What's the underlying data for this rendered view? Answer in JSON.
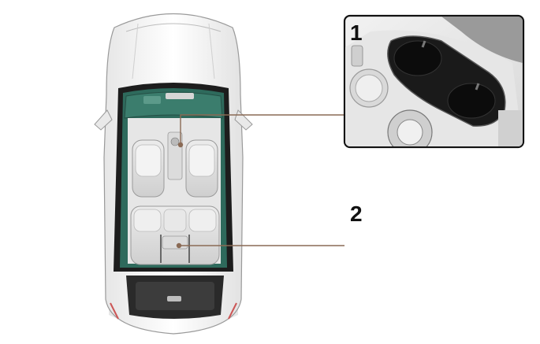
{
  "callouts": [
    {
      "number": "1",
      "subject": "front-cup-holder"
    },
    {
      "number": "2",
      "subject": "rear-armrest-cup-holder"
    }
  ],
  "colors": {
    "leader_line": "#8a6a55",
    "frame": "#111111",
    "interior_teal": "#2e6a5c",
    "body_white": "#f4f4f4",
    "seat_grey": "#d9d9d9"
  },
  "icons": [
    "car-top-view",
    "cup-holder-detail",
    "armrest-cup-holder-detail"
  ]
}
